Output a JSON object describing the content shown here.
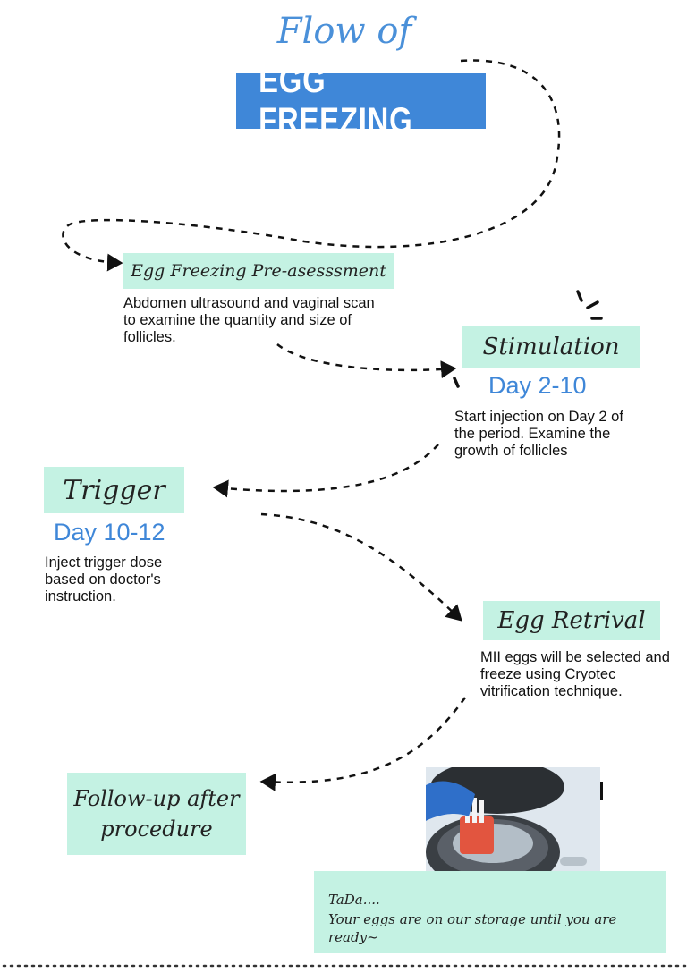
{
  "header": {
    "script_title": "Flow of",
    "banner_title": "EGG FREEZING"
  },
  "steps": [
    {
      "title": "Egg Freezing Pre-asesssment",
      "day": "",
      "description": "Abdomen ultrasound and vaginal scan to examine the quantity and size of follicles."
    },
    {
      "title": "Stimulation",
      "day": "Day 2-10",
      "description": "Start injection on Day 2 of the period. Examine the growth of follicles"
    },
    {
      "title": "Trigger",
      "day": "Day 10-12",
      "description": "Inject trigger dose based on doctor's instruction."
    },
    {
      "title": "Egg Retrival",
      "day": "",
      "description": "MII eggs will be selected and freeze using Cryotec vitrification technique."
    },
    {
      "title": "Follow-up after procedure",
      "day": "",
      "description": ""
    }
  ],
  "note": {
    "line1": "TaDa....",
    "line2": "Your eggs are on our storage until you are ready~"
  },
  "colors": {
    "accent_blue": "#3f87d8",
    "mint": "#c4f2e3",
    "text": "#111111"
  }
}
